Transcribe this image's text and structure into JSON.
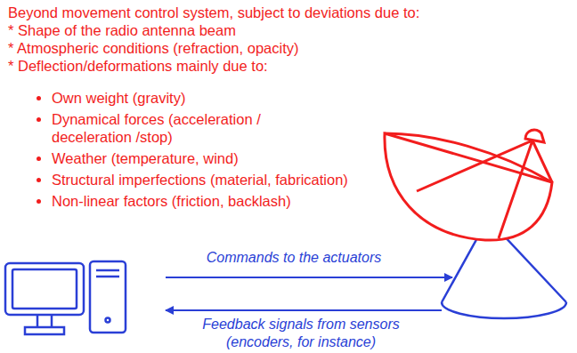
{
  "diagram": {
    "labels": [
      "Beyond movement control system, subject to deviations due to:",
      "* Shape of the radio antenna beam",
      "* Atmospheric conditions (refraction, opacity)",
      "* Deflection/deformations mainly due to:",
      "Own weight (gravity)",
      "Dynamical forces (acceleration / deceleration /stop)",
      "Weather (temperature, wind)",
      "Structural imperfections (material, fabrication)",
      "Non-linear factors (friction, backlash)",
      "Commands to the actuators",
      "Feedback signals from sensors (encoders, for instance)"
    ]
  }
}
